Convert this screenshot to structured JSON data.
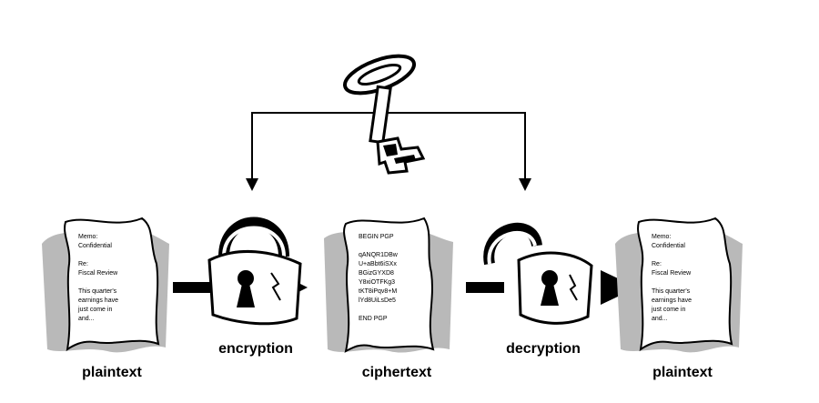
{
  "labels": {
    "plaintext_left": "plaintext",
    "encryption": "encryption",
    "ciphertext": "ciphertext",
    "decryption": "decryption",
    "plaintext_right": "plaintext"
  },
  "documents": {
    "plain_left": [
      "Memo:",
      "Confidential",
      "",
      "Re:",
      "Fiscal Review",
      "",
      "This quarter's",
      "earnings have",
      "just come in",
      "and..."
    ],
    "cipher": [
      "BEGIN PGP",
      "",
      "qANQR1DBw",
      "U+aBbt6iSXx",
      "BGizGYXD8",
      "Y8xiOTFKg3",
      "tKT8iPqv8+M",
      "lYd8UiLsDe5",
      "",
      "END PGP"
    ],
    "plain_right": [
      "Memo:",
      "Confidential",
      "",
      "Re:",
      "Fiscal Review",
      "",
      "This quarter's",
      "earnings have",
      "just come in",
      "and..."
    ]
  },
  "colors": {
    "ink": "#000000",
    "shadow": "#b9b9b9",
    "paper": "#ffffff"
  }
}
